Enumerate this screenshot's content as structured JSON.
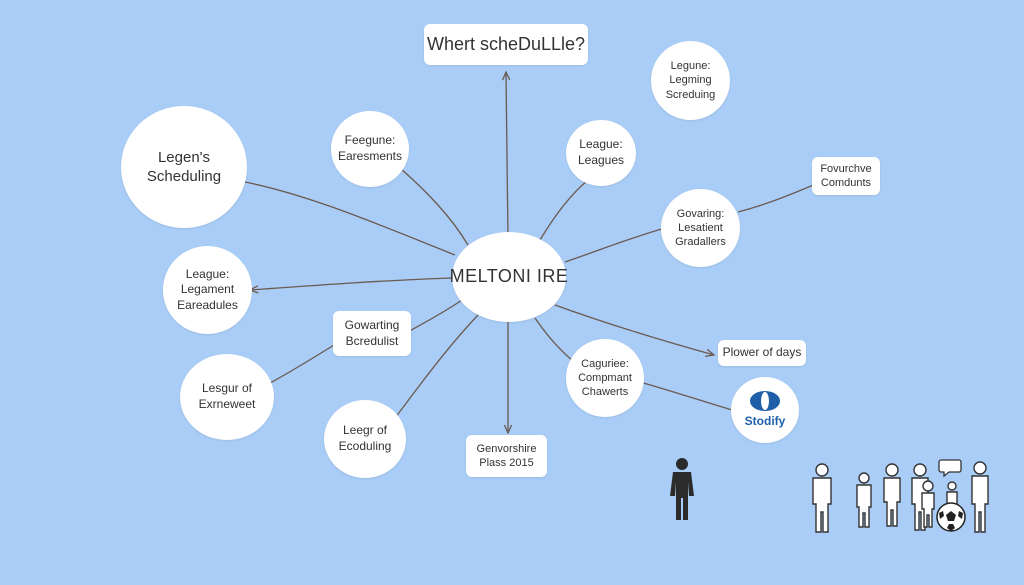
{
  "title": "Whert scheDuLLle?",
  "center": "MELTONI IRE",
  "nodes": {
    "legens_scheduling": [
      "Legen's",
      "Scheduling"
    ],
    "feegune": [
      "Feegune:",
      "Earesments"
    ],
    "league_leagues": [
      "League:",
      "Leagues"
    ],
    "legune_legming": [
      "Legune:",
      "Legming",
      "Screduing"
    ],
    "fovurchve": [
      "Fovurchve",
      "Comdunts"
    ],
    "govaring": [
      "Govaring:",
      "Lesatient",
      "Gradallers"
    ],
    "league_legament": [
      "League:",
      "Legament",
      "Eareadules"
    ],
    "gowarting": [
      "Gowarting",
      "Bcredulist"
    ],
    "plower": [
      "Plower of days"
    ],
    "caguriee": [
      "Caguriee:",
      "Compmant",
      "Chawerts"
    ],
    "legur_exrneweet": [
      "Lesgur of",
      "Exrneweet"
    ],
    "legrof": [
      "Leegr of",
      "Ecoduling"
    ],
    "genvorshire": [
      "Genvorshire",
      "Plass 2015"
    ]
  },
  "logo": {
    "label": "Stodify",
    "color": "#1e5fa8"
  },
  "colors": {
    "background": "#a9cdf6",
    "line": "#6b5a50"
  },
  "icons": [
    "standing-person-icon",
    "people-group-icon",
    "soccer-ball-icon",
    "speech-bubble-icon"
  ]
}
